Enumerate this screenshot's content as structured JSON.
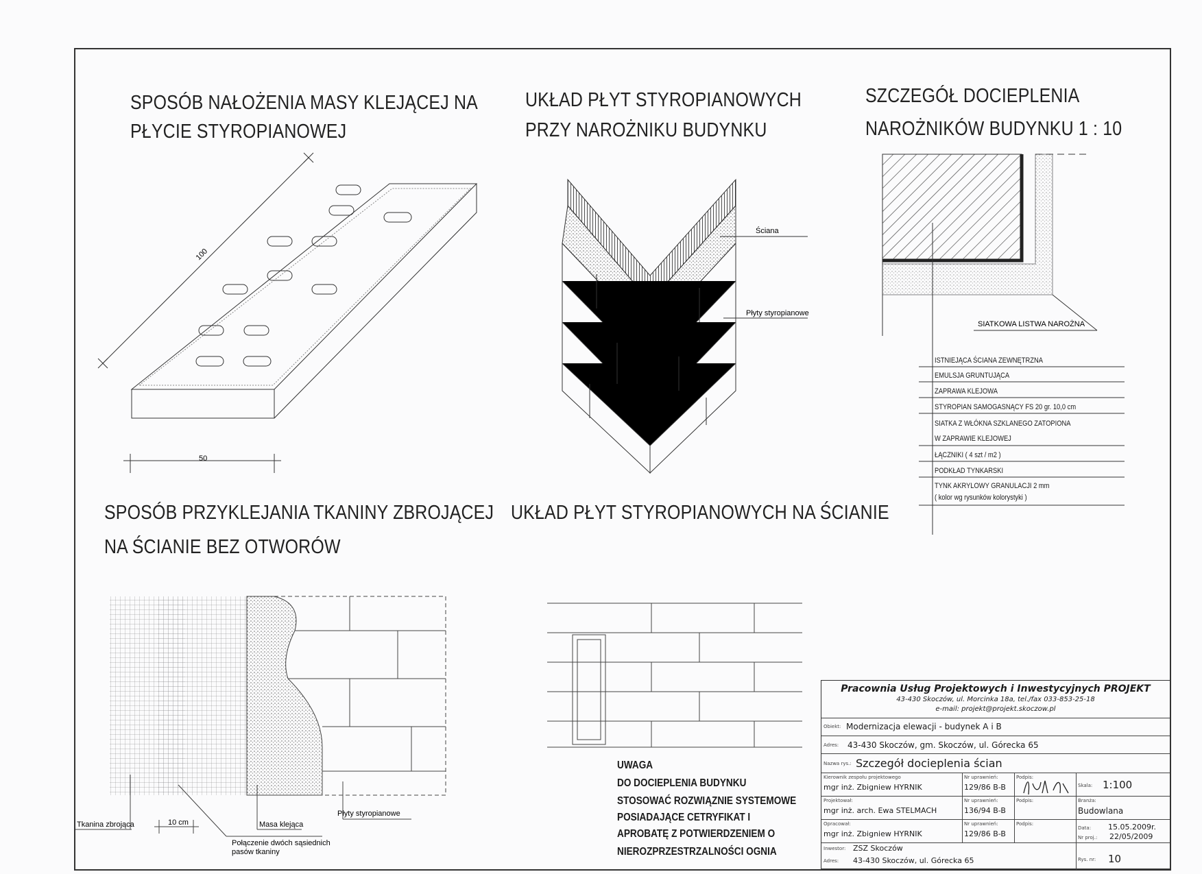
{
  "titles": {
    "adhesive": [
      "SPOSÓB NAŁOŻENIA MASY KLEJĄCEJ NA",
      "PŁYCIE STYROPIANOWEJ"
    ],
    "corner_layout": [
      "UKŁAD PŁYT STYROPIANOWYCH",
      "PRZY NAROŻNIKU BUDYNKU"
    ],
    "corner_detail": [
      "SZCZEGÓŁ DOCIEPLENIA",
      "NAROŻNIKÓW BUDYNKU 1 : 10"
    ],
    "mesh": [
      "SPOSÓB PRZYKLEJANIA TKANINY ZBROJĄCEJ",
      "NA ŚCIANIE BEZ OTWORÓW"
    ],
    "wall_layout": "UKŁAD PŁYT STYROPIANOWYCH NA ŚCIANIE"
  },
  "dimensions": {
    "length": "100",
    "width": "50",
    "overlap": "10 cm"
  },
  "labels": {
    "wall": "Ściana",
    "styrofoam_boards": "Płyty styropianowe",
    "corner_strip": "SIATKOWA LISTWA NAROŻNA",
    "mesh_fabric": "Tkanina zbrojąca",
    "adhesive_mass": "Masa klejąca",
    "boards_bottom": "Płyty styropianowe",
    "joint": [
      "Połączenie dwóch sąsiednich",
      "pasów tkaniny"
    ]
  },
  "layers": [
    "ISTNIEJĄCA ŚCIANA ZEWNĘTRZNA",
    "EMULSJA GRUNTUJĄCA",
    "ZAPRAWA KLEJOWA",
    "STYROPIAN SAMOGASNĄCY FS 20 gr. 10,0 cm",
    "SIATKA Z WŁÓKNA SZKLANEGO ZATOPIONA",
    "W ZAPRAWIE KLEJOWEJ",
    "ŁĄCZNIKI ( 4 szt / m2 )",
    "PODKŁAD TYNKARSKI",
    "TYNK AKRYLOWY GRANULACJI 2 mm",
    "( kolor wg rysunków kolorystyki )"
  ],
  "note": [
    "UWAGA",
    "DO DOCIEPLENIA BUDYNKU",
    "STOSOWAĆ ROZWIĄZNIE SYSTEMOWE",
    "POSIADAJĄCE CETRYFIKAT I",
    "APROBATĘ Z POTWIERDZENIEM O",
    "NIEROZPRZESTRZALNOŚCI OGNIA"
  ],
  "title_block": {
    "firm": "Pracownia Usług Projektowych i Inwestycyjnych PROJEKT",
    "address": "43-430 Skoczów, ul. Morcinka 18a, tel./fax 033-853-25-18",
    "email": "e-mail: projekt@projekt.skoczow.pl",
    "object_caption": "Obiekt:",
    "object": "Modernizacja elewacji - budynek A i B",
    "address_caption": "Adres:",
    "site_address": "43-430 Skoczów, gm. Skoczów, ul. Górecka 65",
    "drawing_caption": "Nazwa rys.:",
    "drawing_name": "Szczegół docieplenia ścian",
    "people": [
      {
        "role": "Kierownik zespołu projektowego",
        "name": "mgr inż. Zbigniew HYRNIK",
        "license_caption": "Nr uprawnień:",
        "license": "129/86 B-B",
        "sign_caption": "Podpis:"
      },
      {
        "role": "Projektował:",
        "name": "mgr inż. arch. Ewa STELMACH",
        "license_caption": "Nr uprawnień:",
        "license": "136/94 B-B",
        "sign_caption": "Podpis:"
      },
      {
        "role": "Opracował:",
        "name": "mgr inż. Zbigniew HYRNIK",
        "license_caption": "Nr uprawnień:",
        "license": "129/86 B-B",
        "sign_caption": "Podpis:"
      }
    ],
    "scale_caption": "Skala:",
    "scale": "1:100",
    "branch_caption": "Branża:",
    "branch": "Budowlana",
    "date_caption": "Data:",
    "date": "15.05.2009r.",
    "project_no_caption": "Nr proj.:",
    "project_no": "22/05/2009",
    "investor_caption": "Inwestor:",
    "investor": "ZSZ Skoczów",
    "investor_address_caption": "Adres:",
    "investor_address": "43-430 Skoczów, ul. Górecka 65",
    "sheet_no_caption": "Rys. nr:",
    "sheet_no": "10"
  }
}
